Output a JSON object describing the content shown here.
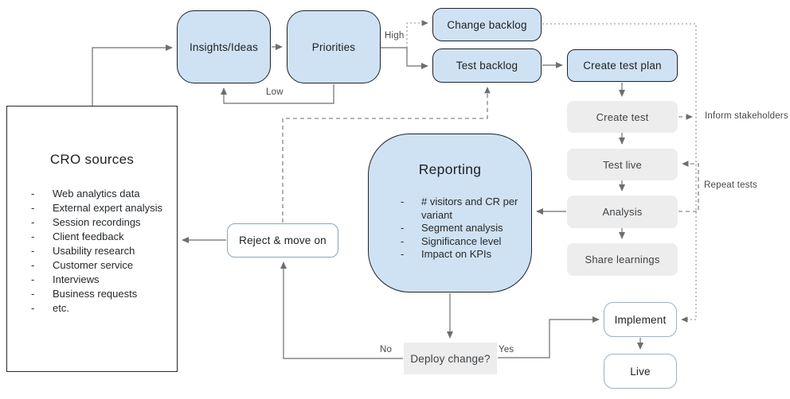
{
  "nodes": {
    "cro_sources": {
      "title": "CRO sources",
      "items": [
        "Web analytics data",
        "External expert analysis",
        "Session recordings",
        "Client feedback",
        "Usability research",
        "Customer service",
        "Interviews",
        "Business requests",
        "etc."
      ]
    },
    "insights": {
      "label": "Insights/Ideas"
    },
    "priorities": {
      "label": "Priorities"
    },
    "change_backlog": {
      "label": "Change backlog"
    },
    "test_backlog": {
      "label": "Test backlog"
    },
    "create_test_plan": {
      "label": "Create test plan"
    },
    "create_test": {
      "label": "Create test"
    },
    "test_live": {
      "label": "Test live"
    },
    "analysis": {
      "label": "Analysis"
    },
    "share_learnings": {
      "label": "Share learnings"
    },
    "reporting": {
      "title": "Reporting",
      "items": [
        "# visitors and CR per variant",
        "Segment analysis",
        "Significance level",
        "Impact on KPIs"
      ]
    },
    "reject": {
      "label": "Reject & move on"
    },
    "deploy": {
      "label": "Deploy change?"
    },
    "implement": {
      "label": "Implement"
    },
    "live": {
      "label": "Live"
    }
  },
  "edge_labels": {
    "high": "High",
    "low": "Low",
    "no": "No",
    "yes": "Yes",
    "inform": "Inform stakeholders",
    "repeat": "Repeat tests"
  },
  "colors": {
    "node_blue": "#cfe2f3",
    "node_gray": "#ededed",
    "border_dark": "#1b242c",
    "border_teal": "#86a7b5",
    "border_slate": "#9fb1c1",
    "line": "#6b6f72",
    "line_light": "#8a8f93",
    "text_dark": "#202124",
    "text_gray": "#3f4347"
  }
}
